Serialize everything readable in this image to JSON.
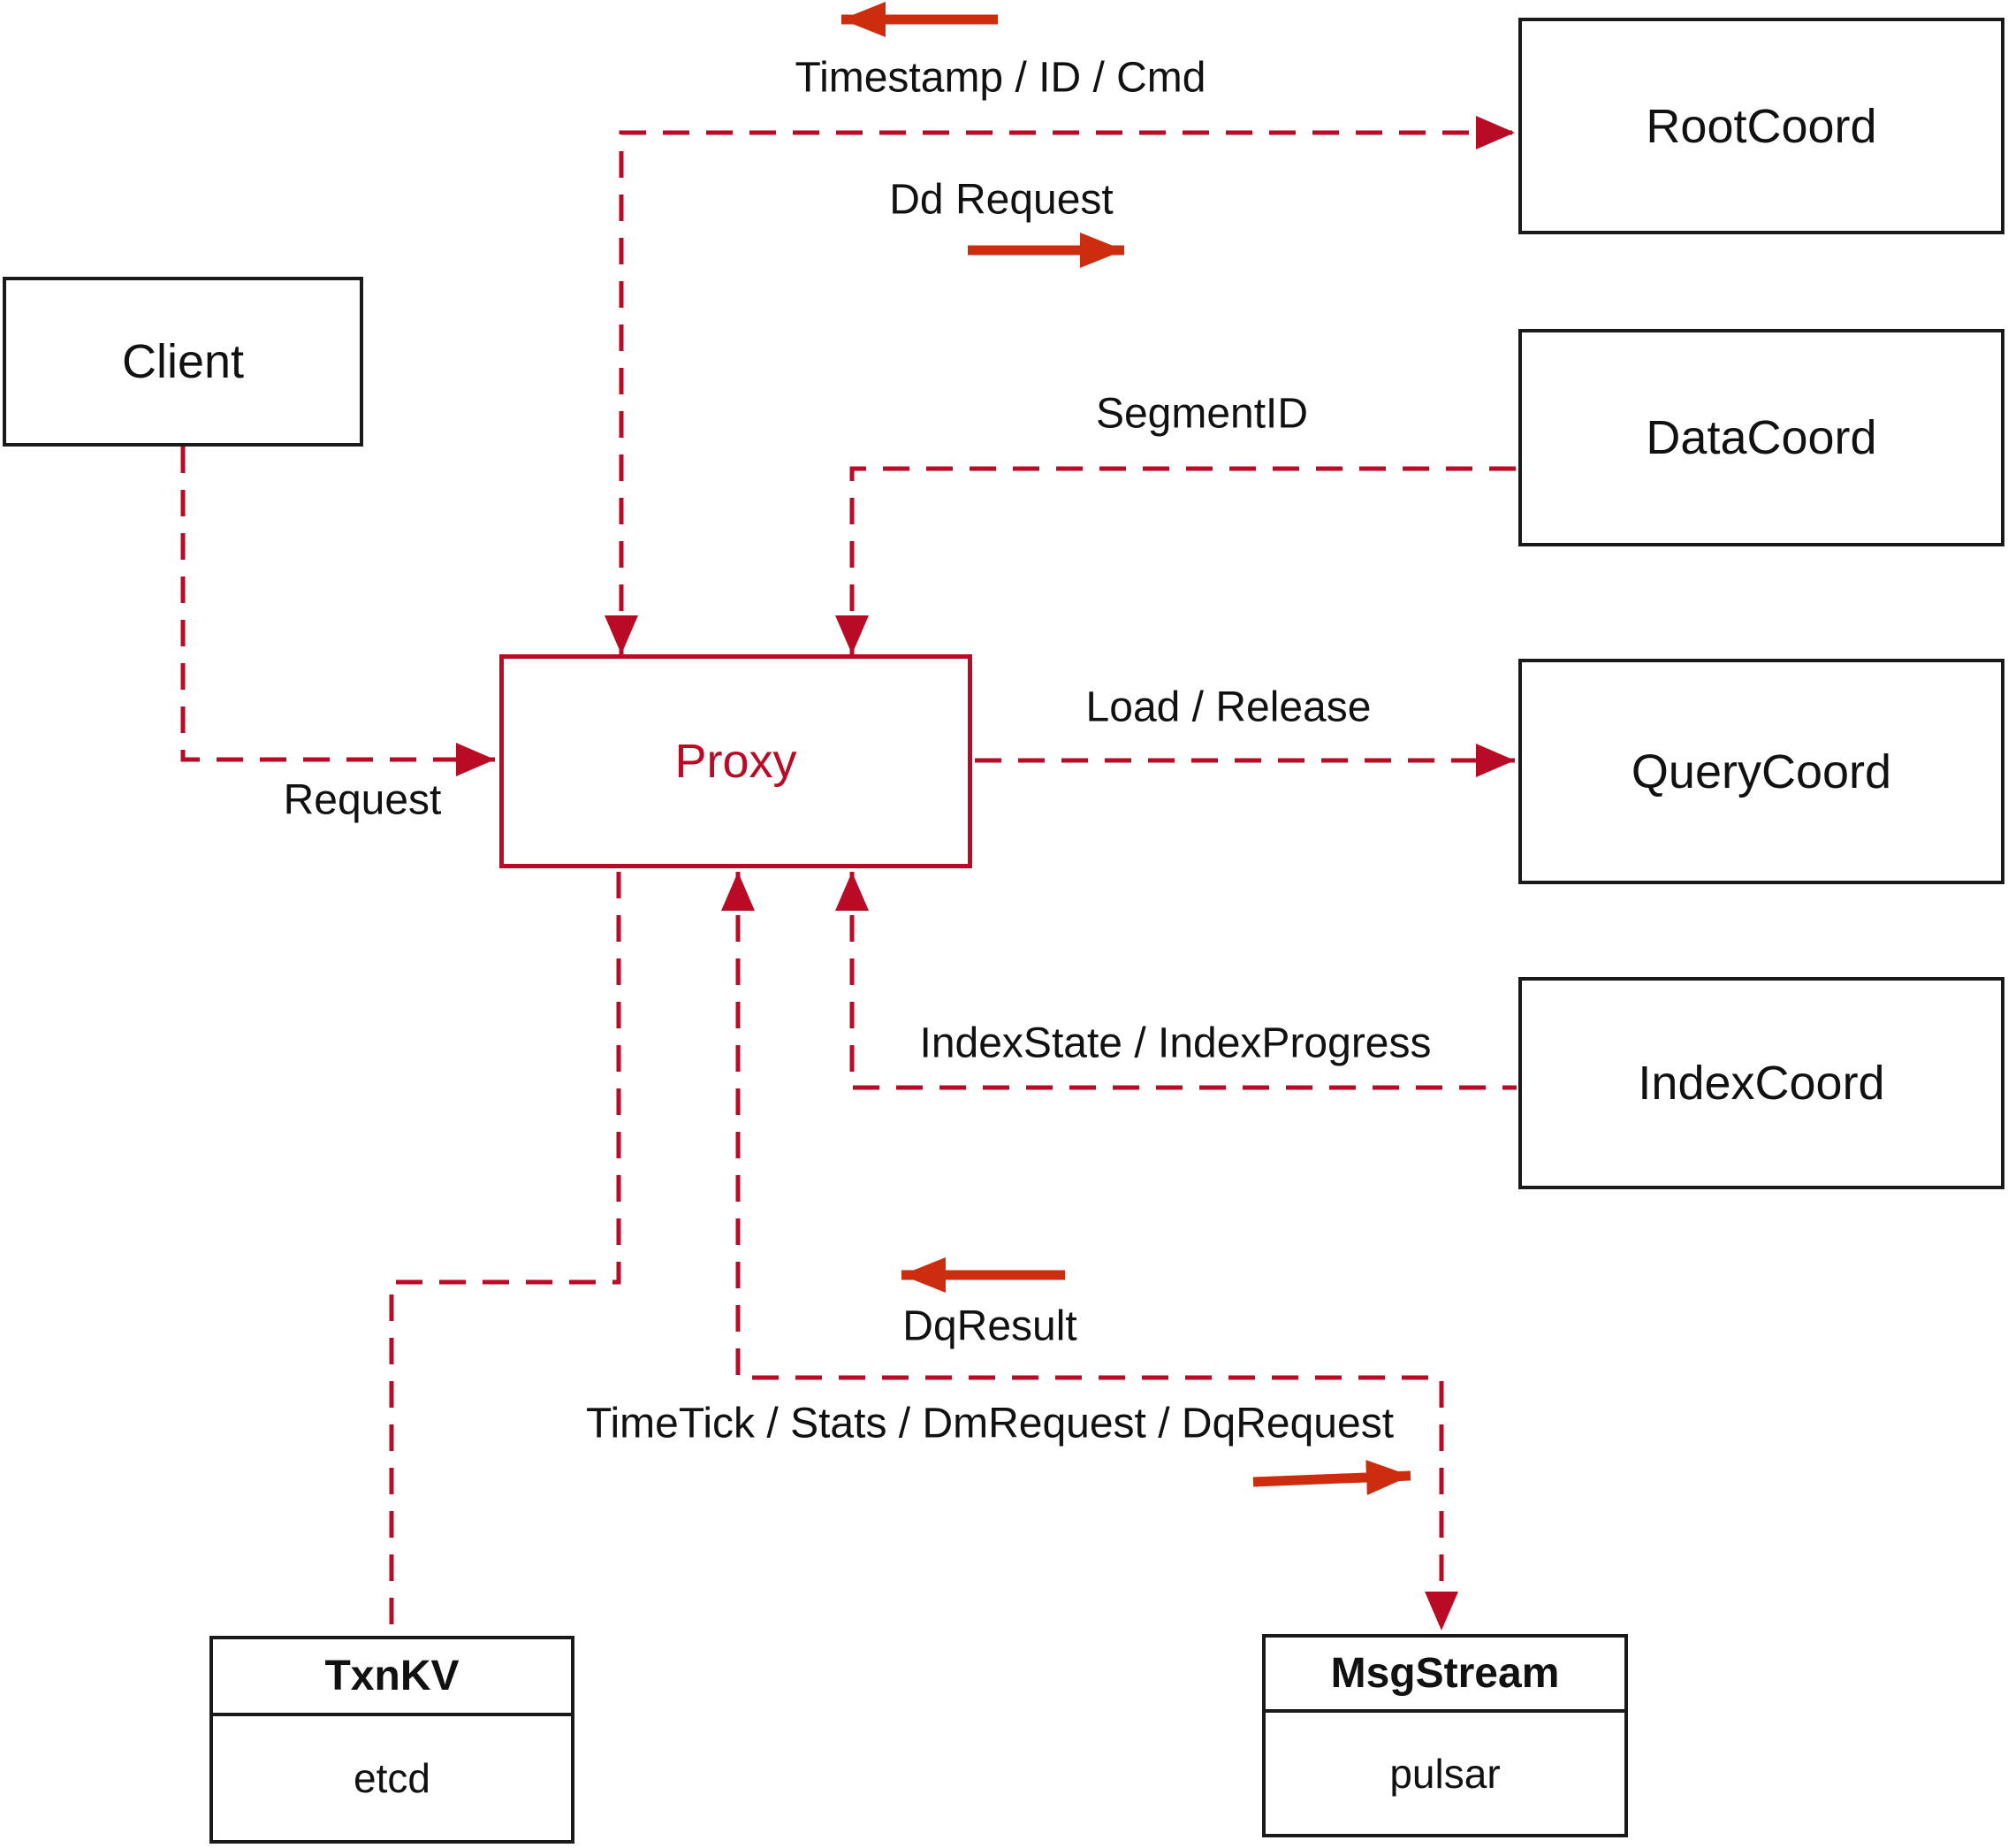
{
  "nodes": {
    "client": {
      "label": "Client"
    },
    "proxy": {
      "label": "Proxy"
    },
    "root_coord": {
      "label": "RootCoord"
    },
    "data_coord": {
      "label": "DataCoord"
    },
    "query_coord": {
      "label": "QueryCoord"
    },
    "index_coord": {
      "label": "IndexCoord"
    },
    "txn_kv": {
      "title": "TxnKV",
      "subtitle": "etcd"
    },
    "msg_stream": {
      "title": "MsgStream",
      "subtitle": "pulsar"
    }
  },
  "edge_labels": {
    "timestamp_id_cmd": "Timestamp / ID / Cmd",
    "dd_request": "Dd Request",
    "segment_id": "SegmentID",
    "load_release": "Load / Release",
    "request": "Request",
    "index_state": "IndexState / IndexProgress",
    "dq_result": "DqResult",
    "time_tick": "TimeTick / Stats / DmRequest / DqRequest"
  },
  "colors": {
    "dashed_line": "#b90b26",
    "solid_arrow": "#cc2d0e",
    "box_border": "#1a1a1a",
    "text": "#111111",
    "background": "#ffffff"
  }
}
